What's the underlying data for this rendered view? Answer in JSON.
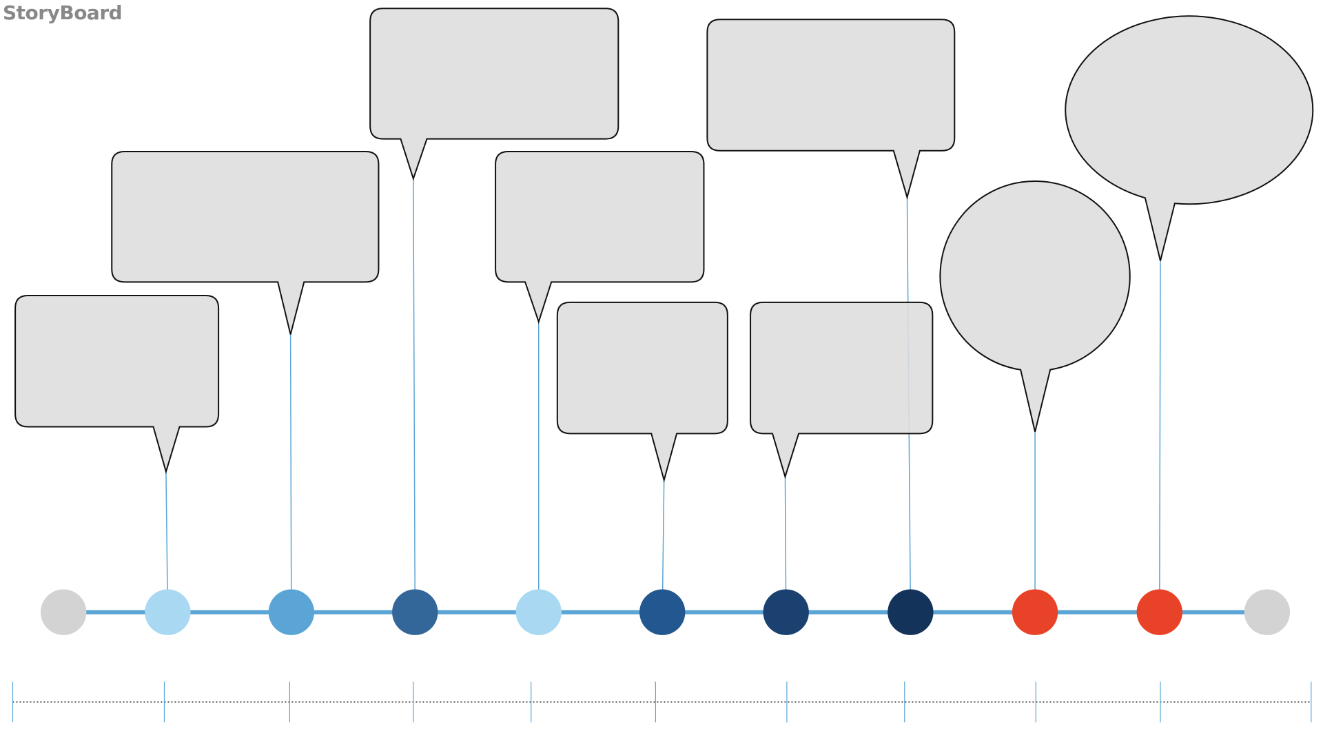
{
  "title": "StoryBoard",
  "colors": {
    "timeline": "#5aa5d6",
    "connector": "#5aa5d6",
    "bubble_fill": "#dedede",
    "bubble_stroke": "#111111",
    "axis": "#5aa5d6",
    "dotted": "#666666"
  },
  "nodes": [
    {
      "id": "start",
      "color": "#d3d3d3"
    },
    {
      "id": "event-1",
      "color": "#a8d8f2"
    },
    {
      "id": "event-2",
      "color": "#5aa5d6"
    },
    {
      "id": "event-3",
      "color": "#336699"
    },
    {
      "id": "event-4",
      "color": "#a8d8f2"
    },
    {
      "id": "event-5",
      "color": "#23578f"
    },
    {
      "id": "event-6",
      "color": "#1b4170"
    },
    {
      "id": "event-7",
      "color": "#13335a"
    },
    {
      "id": "event-8",
      "color": "#e84228"
    },
    {
      "id": "event-9",
      "color": "#e84228"
    },
    {
      "id": "end",
      "color": "#d3d3d3"
    }
  ],
  "bubbles": [
    {
      "shape": "rounded-rect"
    },
    {
      "shape": "rounded-rect"
    },
    {
      "shape": "rounded-rect"
    },
    {
      "shape": "rounded-rect"
    },
    {
      "shape": "rounded-rect"
    },
    {
      "shape": "rounded-rect"
    },
    {
      "shape": "rounded-rect"
    },
    {
      "shape": "circle"
    },
    {
      "shape": "ellipse"
    }
  ]
}
